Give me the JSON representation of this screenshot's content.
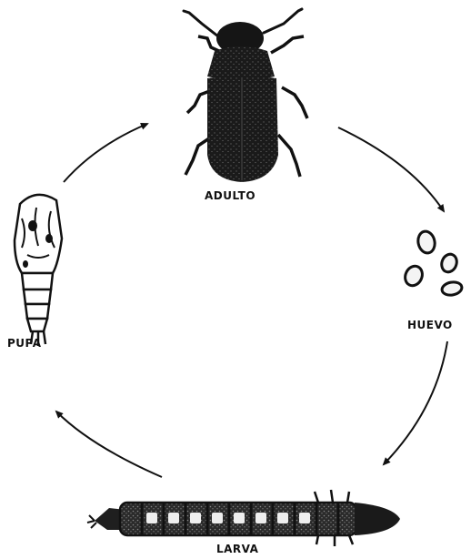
{
  "stages": {
    "adulto": "ADULTO",
    "huevo": "HUEVO",
    "larva": "LARVA",
    "pupa": "PUPA"
  },
  "colors": {
    "ink": "#111111",
    "background": "#ffffff"
  }
}
